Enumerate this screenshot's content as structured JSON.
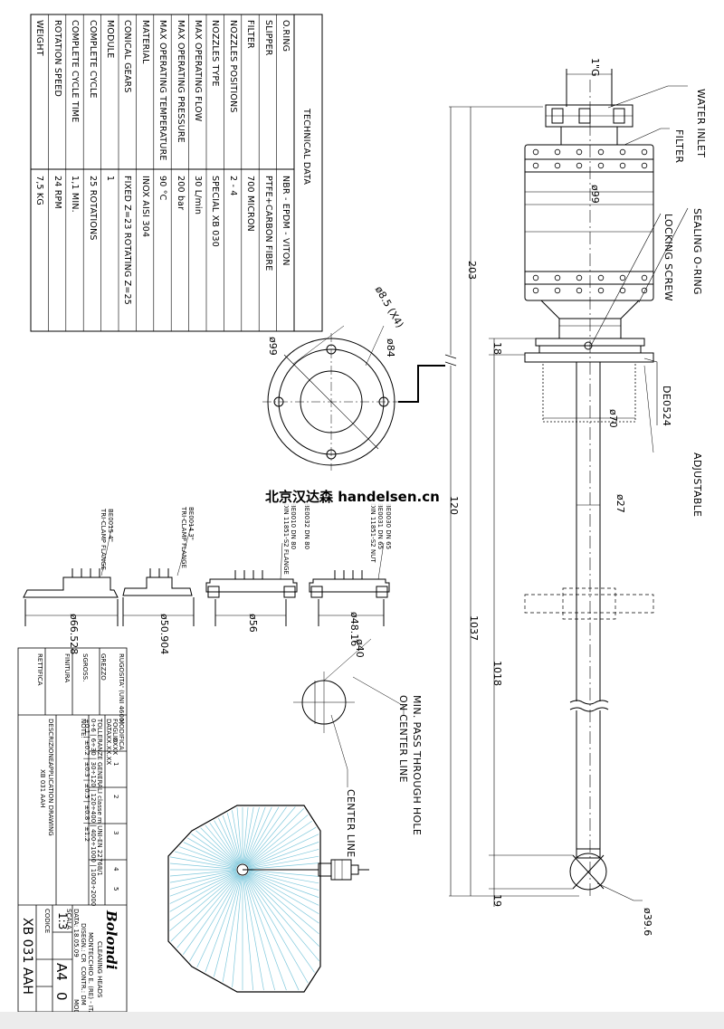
{
  "tech_table": {
    "heading": "TECHNICAL DATA",
    "rows": [
      {
        "label": "O.RING",
        "value": "NBR - EPDM - VITON"
      },
      {
        "label": "SLIPPER",
        "value": "PTFE+CARBON FIBRE"
      },
      {
        "label": "FILTER",
        "value": "700 MICRON"
      },
      {
        "label": "NOZZLES POSITIONS",
        "value": "2 - 4"
      },
      {
        "label": "NOZZLES TYPE",
        "value": "SPECIAL XB 030"
      },
      {
        "label": "MAX OPERATING FLOW",
        "value": "30 L/min"
      },
      {
        "label": "MAX OPERATING PRESSURE",
        "value": "200 bar"
      },
      {
        "label": "MAX OPERATING TEMPERATURE",
        "value": "90 °C"
      },
      {
        "label": "MATERIAL",
        "value": "INOX AISI 304"
      },
      {
        "label": "CONICAL GEARS",
        "value": "FIXED Z=23 ROTATING Z=25"
      },
      {
        "label": "MODULE",
        "value": "1"
      },
      {
        "label": "COMPLETE CYCLE",
        "value": "25 ROTATIONS"
      },
      {
        "label": "COMPLETE CYCLE TIME",
        "value": "1,1 MIN."
      },
      {
        "label": "ROTATION SPEED",
        "value": "24 RPM"
      },
      {
        "label": "WEIGHT",
        "value": "7,5 KG"
      }
    ]
  },
  "callouts": {
    "water_inlet": "WATER INLET",
    "filter": "FILTER",
    "sealing": "SEALING O-RING",
    "locking": "LOCKING SCREW",
    "de0524": "DE0524",
    "adjustable": "ADJUSTABLE",
    "min_pass_1": "MIN. PASS THROUGH HOLE",
    "min_pass_2": "ON CENTER LINE",
    "center_line": "CENTER LINE"
  },
  "dims": {
    "g1": "1\"G",
    "d99_body": "ø99",
    "d70": "ø70",
    "d27": "ø27",
    "d39": "ø39.6",
    "d40": "ø40",
    "v203": "203",
    "v18": "18",
    "v120": "120",
    "v1037": "1037",
    "v1018": "1018",
    "v19": "19",
    "flange_d99": "ø99",
    "flange_d84": "ø84",
    "holes": "ø8.5 (X4)"
  },
  "flanges": [
    {
      "code": "BE0015 4\"",
      "name": "TRI-CLAMP FLANGE",
      "dim": "ø66.528"
    },
    {
      "code": "BE0014 3\"",
      "name": "TRI-CLAMP FLANGE",
      "dim": "ø50.904"
    },
    {
      "code": "BE0032 DN 80",
      "code2": "BE0010 DN 80",
      "name": "DIN 11851-S2 FLANGE",
      "dim": "ø56"
    },
    {
      "code": "BE0030 DN 65",
      "code2": "BE0031 DN 65",
      "name": "DIN 11851-S2 NUT",
      "dim": "ø48.16"
    }
  ],
  "title_block": {
    "rugosita": "RUGOSITA' (UNI 4600)",
    "grezzo": "GREZZO",
    "sgross": "SGROSS.",
    "finitura": "FINITURA",
    "rettifica": "RETTIFICA",
    "foglio": "FOGLIO",
    "foglio_val": "XXXX",
    "modifica": "MODIFICA",
    "data": "DATA",
    "data_val": "XX.XX.XX",
    "tolerance": "TOLLERANZE GENERALI classe m UNI-EN 22768/1",
    "tol_ranges": "0÷6 | 6÷30 | 30÷120 | 120÷400 | 400÷1000 | 1000÷2000",
    "tol_values": "±0.1 | ±0.2 | ±0.3 | ±0.5 | ±0.8 | ±1.2",
    "note": "NOTE:",
    "desc_label": "DESCRIZIONE:",
    "desc_1": "APPLICATION DRAWING",
    "desc_2": "XB 031 AAH",
    "rev_cols": [
      "1",
      "2",
      "3",
      "4",
      "5"
    ],
    "company": "Bolondi",
    "company_sub": "CLEANING HEADS",
    "company_addr": "MONTECCHIO E. (RE) - ITALY",
    "disegn": "DISEGN.: CR",
    "contr": "CONTR.: DM",
    "date_full": "DATA: 18.05.09",
    "scala": "SCALA",
    "scala_val": "1:3",
    "formato": "A4",
    "rev": "0",
    "codice": "CODICE",
    "code": "XB 031 AAH",
    "mod": "MOD."
  },
  "watermark": "北京汉达森 handelsen.cn",
  "colors": {
    "line": "#000000",
    "spray": "#7fc8dc",
    "bg": "#ffffff"
  }
}
